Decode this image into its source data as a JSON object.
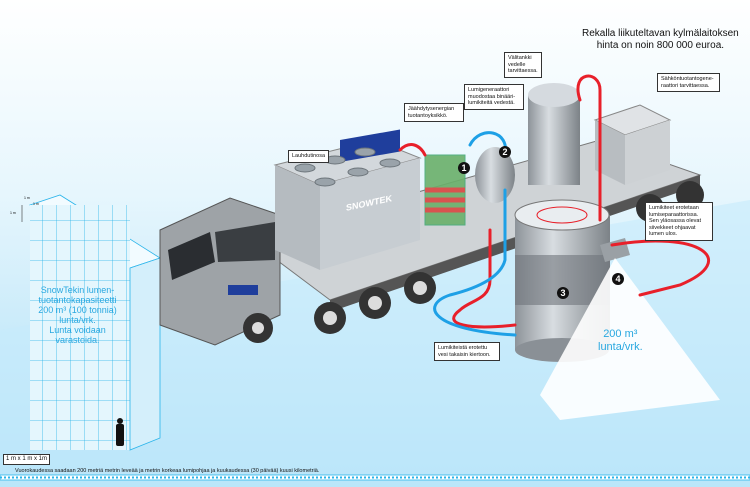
{
  "headline": {
    "line1": "Rekalla liikuteltavan kylmälaitoksen",
    "line2": "hinta on noin 800 000 euroa."
  },
  "labels": {
    "condenser": "Lauhdutinosa",
    "cooling_unit": "Jäähdytysenergian tuotantoyksikkö.",
    "snow_generator": "Lumigeneraattori muodostaa binääri-lumikiteitä vedestä.",
    "buffer_tank": "Välitankki vedelle tarvittaessa.",
    "power_generator": "Sähköntuotantogene-raattori tarvittaessa.",
    "separator": "Lumikiteet erotetaan lumiseparaattorissa. Sen yläosassa olevat siivekkeet ohjaavat lumen ulos.",
    "water_return": "Lumikiteistä erotettu vesi takaisin kiertoon."
  },
  "step_numbers": [
    "1",
    "2",
    "3",
    "4"
  ],
  "output_text": {
    "line1": "200 m³",
    "line2": "lunta/vrk."
  },
  "wall_text": [
    "SnowTekin lumen-",
    "tuotantokapasiteetti",
    "200 m³ (100 tonnia)",
    "lunta/vrk.",
    "Lunta voidaan",
    "varastoida."
  ],
  "wall_dims": {
    "width": "1 m",
    "depth": "1 m",
    "height": "1 m"
  },
  "cube_label": "1 m x 1 m x 1m",
  "footer_text": "Vuorokaudessa saadaan 200 metriä metrin leveää ja metrin korkeaa lumipohjaa ja kuukaudessa (30 päivää) kuusi kilometriä.",
  "brand": "SNOWTEK",
  "colors": {
    "hot_pipe": "#e8202a",
    "cold_pipe": "#1ea0e6",
    "snow_blue": "#29a8e0",
    "ground": "#bfe6f8",
    "logo_bg": "#1f3e9c"
  }
}
